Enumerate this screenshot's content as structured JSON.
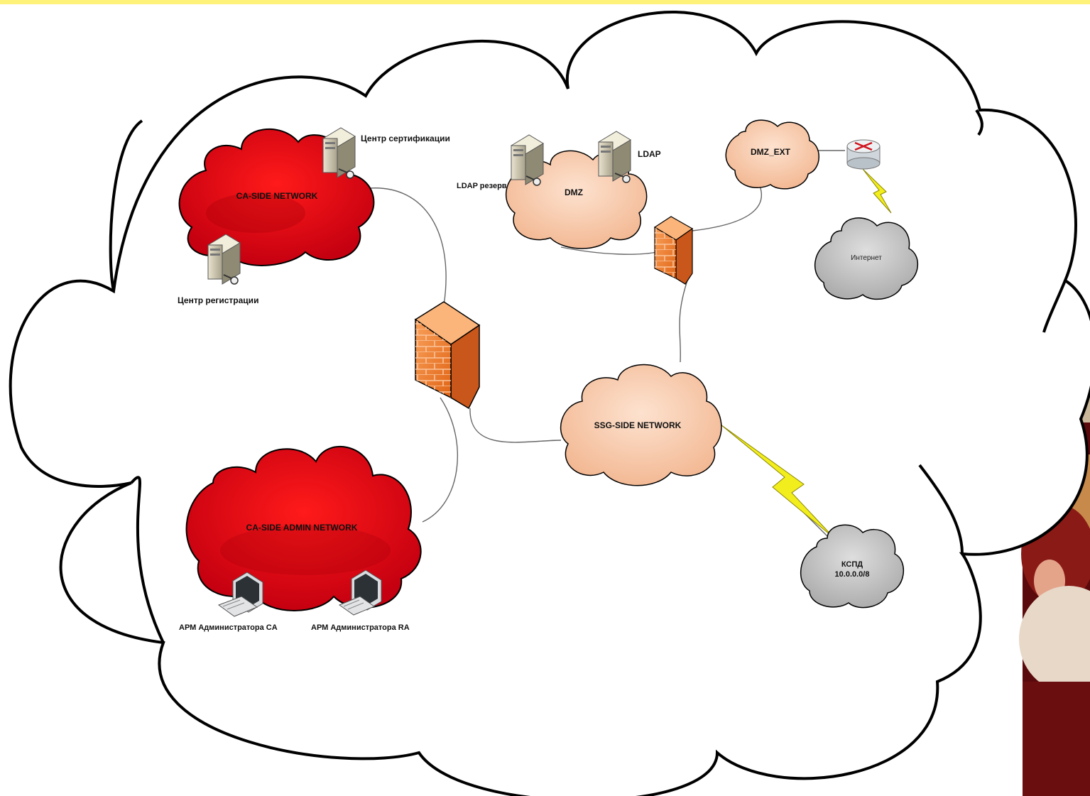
{
  "networks": {
    "ca_side": "CA-SIDE NETWORK",
    "ca_admin": "CA-SIDE ADMIN NETWORK",
    "dmz": "DMZ",
    "dmz_ext": "DMZ_EXT",
    "ssg_side": "SSG-SIDE NETWORK",
    "internet": "Интернет",
    "kspd_name": "КСПД",
    "kspd_subnet": "10.0.0.0/8"
  },
  "servers": {
    "cert_center": "Центр сертификации",
    "reg_center": "Центр регистрации",
    "ldap": "LDAP",
    "ldap_reserve": "LDAP резерв"
  },
  "workstations": {
    "admin_ca": "АРМ Администратора CA",
    "admin_ra": "АРМ Администратора RA"
  },
  "colors": {
    "red_cloud": "#e8000e",
    "salmon_cloud": "#f7c7a6",
    "gray_cloud": "#c8c8c8",
    "firewall": "#f07a2a",
    "lightning": "#f2ee1e"
  }
}
